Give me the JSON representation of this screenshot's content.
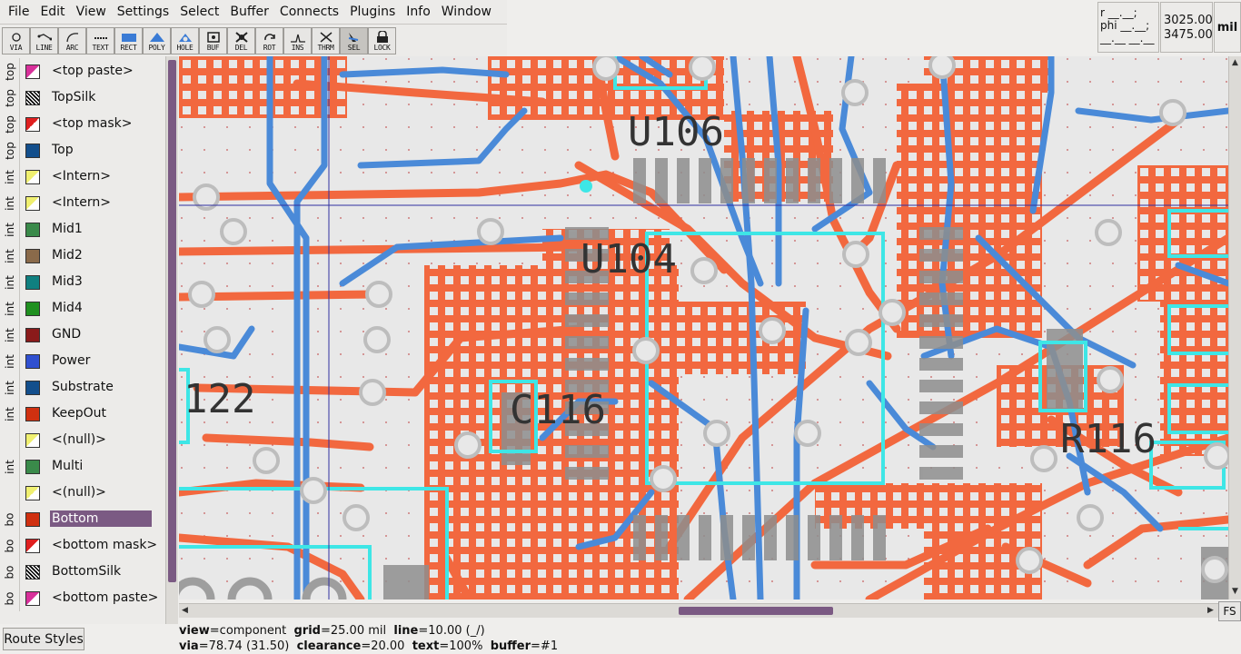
{
  "menu": [
    "File",
    "Edit",
    "View",
    "Settings",
    "Select",
    "Buffer",
    "Connects",
    "Plugins",
    "Info",
    "Window"
  ],
  "tools": [
    {
      "id": "via",
      "label": "VIA"
    },
    {
      "id": "line",
      "label": "LINE"
    },
    {
      "id": "arc",
      "label": "ARC"
    },
    {
      "id": "text",
      "label": "TEXT"
    },
    {
      "id": "rect",
      "label": "RECT"
    },
    {
      "id": "poly",
      "label": "POLY"
    },
    {
      "id": "hole",
      "label": "HOLE"
    },
    {
      "id": "buf",
      "label": "BUF"
    },
    {
      "id": "del",
      "label": "DEL"
    },
    {
      "id": "rot",
      "label": "ROT"
    },
    {
      "id": "ins",
      "label": "INS"
    },
    {
      "id": "thrm",
      "label": "THRM"
    },
    {
      "id": "sel",
      "label": "SEL",
      "active": true
    },
    {
      "id": "lock",
      "label": "LOCK"
    }
  ],
  "mode_readout": {
    "line1": "r __.__;",
    "line2": "phi __.__;",
    "line3": "__.__ __.__"
  },
  "coords": {
    "x": "3025.00",
    "y": "3475.00"
  },
  "unit": "mil",
  "layers": [
    {
      "group": "top",
      "name": "<top paste>",
      "color": "#d8309a",
      "pattern": "diag"
    },
    {
      "group": "top",
      "name": "TopSilk",
      "color": "#000000",
      "pattern": "hatch"
    },
    {
      "group": "top",
      "name": "<top mask>",
      "color": "#e02020",
      "pattern": "diag"
    },
    {
      "group": "top",
      "name": "Top",
      "color": "#134f8c",
      "pattern": "solid"
    },
    {
      "group": "int",
      "name": "<Intern>",
      "color": "#f0f070",
      "pattern": "diag"
    },
    {
      "group": "int",
      "name": "<Intern>",
      "color": "#f0f070",
      "pattern": "diag"
    },
    {
      "group": "int",
      "name": "Mid1",
      "color": "#3a8a4a",
      "pattern": "solid"
    },
    {
      "group": "int",
      "name": "Mid2",
      "color": "#8a6a4a",
      "pattern": "solid"
    },
    {
      "group": "int",
      "name": "Mid3",
      "color": "#108080",
      "pattern": "solid"
    },
    {
      "group": "int",
      "name": "Mid4",
      "color": "#209020",
      "pattern": "solid"
    },
    {
      "group": "int",
      "name": "GND",
      "color": "#8a1a1a",
      "pattern": "solid"
    },
    {
      "group": "int",
      "name": "Power",
      "color": "#3050d0",
      "pattern": "solid"
    },
    {
      "group": "int",
      "name": "Substrate",
      "color": "#134f8c",
      "pattern": "solid"
    },
    {
      "group": "int",
      "name": "KeepOut",
      "color": "#d03010",
      "pattern": "solid"
    },
    {
      "group": "",
      "name": "<(null)>",
      "color": "#f0f070",
      "pattern": "diag"
    },
    {
      "group": "int",
      "name": "Multi",
      "color": "#3a8a4a",
      "pattern": "solid"
    },
    {
      "group": "",
      "name": "<(null)>",
      "color": "#f0f070",
      "pattern": "diag"
    },
    {
      "group": "bo",
      "name": "Bottom",
      "color": "#d03010",
      "pattern": "solid",
      "selected": true
    },
    {
      "group": "bo",
      "name": "<bottom mask>",
      "color": "#e02020",
      "pattern": "diag"
    },
    {
      "group": "bo",
      "name": "BottomSilk",
      "color": "#000000",
      "pattern": "hatch"
    },
    {
      "group": "bo",
      "name": "<bottom paste>",
      "color": "#d8309a",
      "pattern": "diag"
    }
  ],
  "canvas_labels": [
    "U106",
    "U104",
    "C116",
    "R116",
    "122"
  ],
  "fs_label": "FS",
  "route_styles_label": "Route Styles",
  "status": {
    "view_label": "view",
    "view": "component",
    "grid_label": "grid",
    "grid": "25.00 mil",
    "line_label": "line",
    "line": "10.00 (_/)",
    "via_label": "via",
    "via": "78.74 (31.50)",
    "clearance_label": "clearance",
    "clearance": "20.00",
    "text_label": "text",
    "text": "100%",
    "buffer_label": "buffer",
    "buffer": "#1"
  },
  "colors": {
    "copper_bottom": "#f2683f",
    "copper_top": "#4a8ad8",
    "silk": "#3ee6e6",
    "pad": "#8e8e8e",
    "accent": "#7b5a83"
  }
}
